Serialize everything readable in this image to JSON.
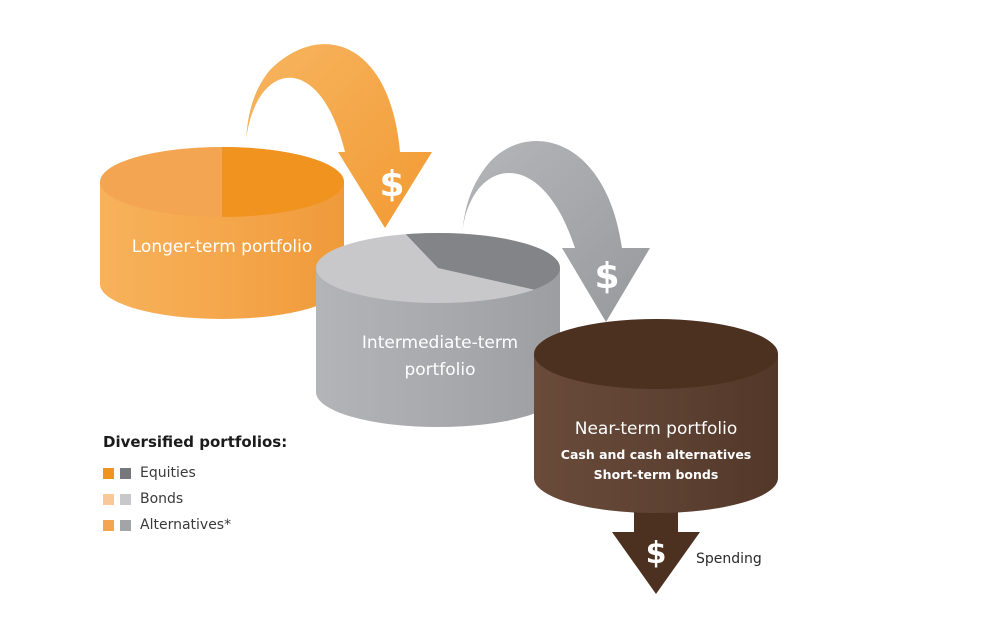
{
  "portfolios": {
    "longer": {
      "label": "Longer-term portfolio"
    },
    "intermediate": {
      "label_line1": "Intermediate-term",
      "label_line2": "portfolio"
    },
    "near": {
      "label": "Near-term portfolio",
      "sub_line1": "Cash and cash alternatives",
      "sub_line2": "Short-term bonds"
    }
  },
  "flow": {
    "dollar_symbol": "$",
    "spending_label": "Spending"
  },
  "legend": {
    "title": "Diversified portfolios:",
    "items": [
      {
        "label": "Equities",
        "color_orange": "#f0941f",
        "color_gray": "#77787b"
      },
      {
        "label": "Bonds",
        "color_orange": "#f9c898",
        "color_gray": "#c8c8ca"
      },
      {
        "label": "Alternatives*",
        "color_orange": "#f3a552",
        "color_gray": "#a3a4a7"
      }
    ]
  },
  "colors": {
    "orange_body": "#f5a74c",
    "gray_body": "#a9aaad",
    "brown_body": "#5e4233",
    "brown_top": "#4d3120",
    "gray_arrow": "#a5a6a9",
    "orange_arrow": "#f4a446"
  }
}
